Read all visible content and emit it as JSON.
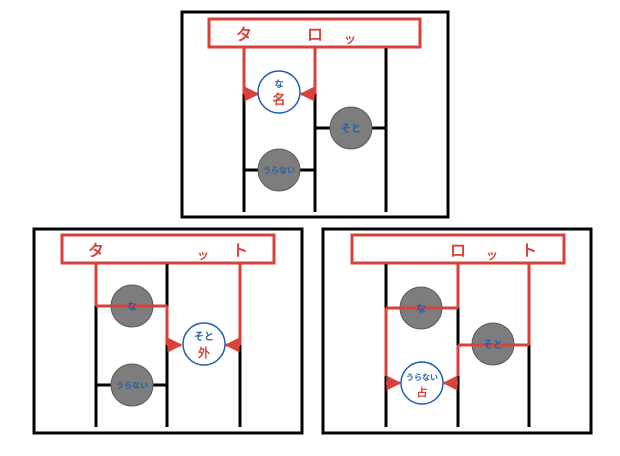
{
  "colors": {
    "accent_red": "#d9423a",
    "circle_text_blue": "#1f5fae",
    "circle_gray": "#7d7d7d",
    "frame_black": "#000000"
  },
  "panels": [
    {
      "header": {
        "chars": [
          "タ",
          "ロ",
          "ッ"
        ]
      },
      "circles": [
        {
          "top": "な",
          "bottom": "名",
          "style": "open"
        },
        {
          "top": "そと",
          "bottom": "",
          "style": "filled"
        },
        {
          "top": "うらない",
          "bottom": "",
          "style": "filled"
        }
      ]
    },
    {
      "header": {
        "chars": [
          "タ",
          "ッ",
          "ト"
        ]
      },
      "circles": [
        {
          "top": "な",
          "bottom": "",
          "style": "filled"
        },
        {
          "top": "そと",
          "bottom": "外",
          "style": "open"
        },
        {
          "top": "うらない",
          "bottom": "",
          "style": "filled"
        }
      ]
    },
    {
      "header": {
        "chars": [
          "ロ",
          "ッ",
          "ト"
        ]
      },
      "circles": [
        {
          "top": "な",
          "bottom": "",
          "style": "filled"
        },
        {
          "top": "そと",
          "bottom": "",
          "style": "filled"
        },
        {
          "top": "うらない",
          "bottom": "占",
          "style": "open"
        }
      ]
    }
  ]
}
